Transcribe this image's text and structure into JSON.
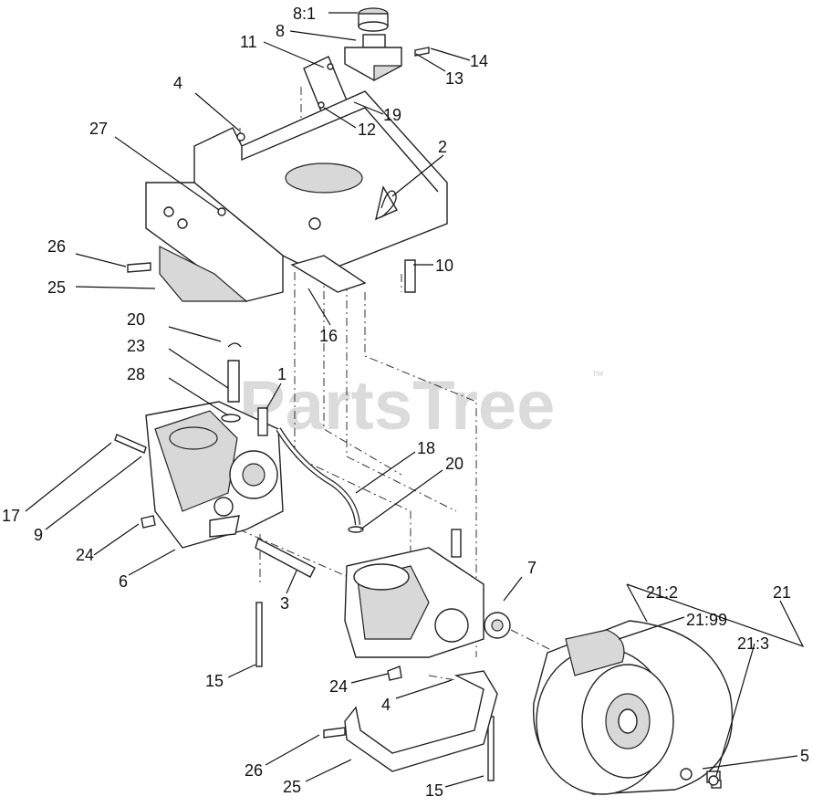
{
  "watermark": {
    "text": "PartsTree",
    "trademark": "™"
  },
  "callouts": {
    "c_8_1": "8:1",
    "c_8": "8",
    "c_11": "11",
    "c_14": "14",
    "c_13": "13",
    "c_4_top": "4",
    "c_19": "19",
    "c_12": "12",
    "c_27": "27",
    "c_2": "2",
    "c_26_top": "26",
    "c_10": "10",
    "c_25_top": "25",
    "c_16": "16",
    "c_20_top": "20",
    "c_23": "23",
    "c_28": "28",
    "c_1": "1",
    "c_18": "18",
    "c_20_mid": "20",
    "c_17": "17",
    "c_9": "9",
    "c_24_left": "24",
    "c_6": "6",
    "c_3": "3",
    "c_7": "7",
    "c_21_2": "21:2",
    "c_21": "21",
    "c_21_99": "21:99",
    "c_21_3": "21:3",
    "c_15_left": "15",
    "c_24_mid": "24",
    "c_4_bottom": "4",
    "c_5": "5",
    "c_26_bottom": "26",
    "c_25_bottom": "25",
    "c_15_bottom": "15"
  }
}
